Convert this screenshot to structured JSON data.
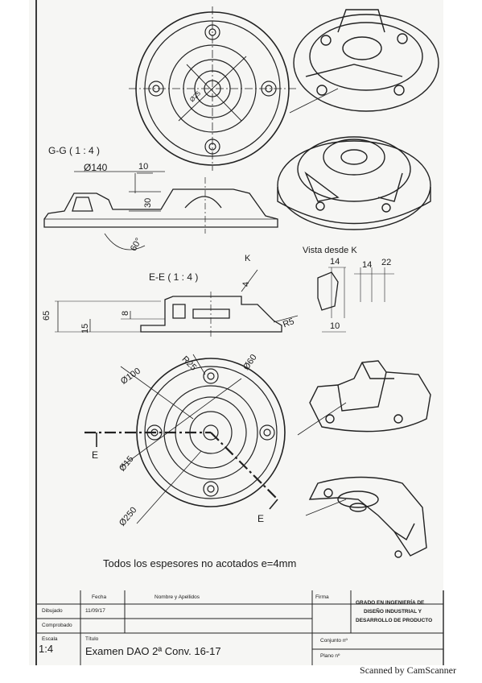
{
  "views": {
    "section_gg": "G-G ( 1 : 4 )",
    "section_ee": "E-E ( 1 : 4 )",
    "view_k": "Vista desde K",
    "cut_label_e_left": "E",
    "cut_label_e_right": "E",
    "arrow_label_k": "K"
  },
  "dimensions": {
    "d140": "Ø140",
    "ten_top": "10",
    "thirty": "30",
    "sixty_deg": "60°",
    "four": "4",
    "sixty_five": "65",
    "eight": "8",
    "fifteen": "15",
    "r5": "R5",
    "k14a": "14",
    "k14b": "14",
    "k22": "22",
    "k10": "10",
    "r25": "R25",
    "d60": "Ø60",
    "d100": "Ø100",
    "d15": "Ø15",
    "d250": "Ø250",
    "d25_top": "Ø25"
  },
  "note": "Todos los espesores no acotados e=4mm",
  "title_block": {
    "fecha_label": "Fecha",
    "nombre_label": "Nombre y Apellidos",
    "firma_label": "Firma",
    "institution_1": "GRADO EN INGENIERÍA DE",
    "institution_2": "DISEÑO INDUSTRIAL Y",
    "institution_3": "DESARROLLO DE PRODUCTO",
    "dibujado_label": "Dibujado",
    "dibujado_date": "11/09/17",
    "comprobado_label": "Comprobado",
    "escala_label": "Escala",
    "escala_value": "1:4",
    "titulo_label": "Título",
    "titulo_value": "Examen DAO 2ª Conv. 16-17",
    "conjunto_label": "Conjunto nº",
    "plano_label": "Plano nº"
  },
  "watermark": "Scanned by CamScanner"
}
